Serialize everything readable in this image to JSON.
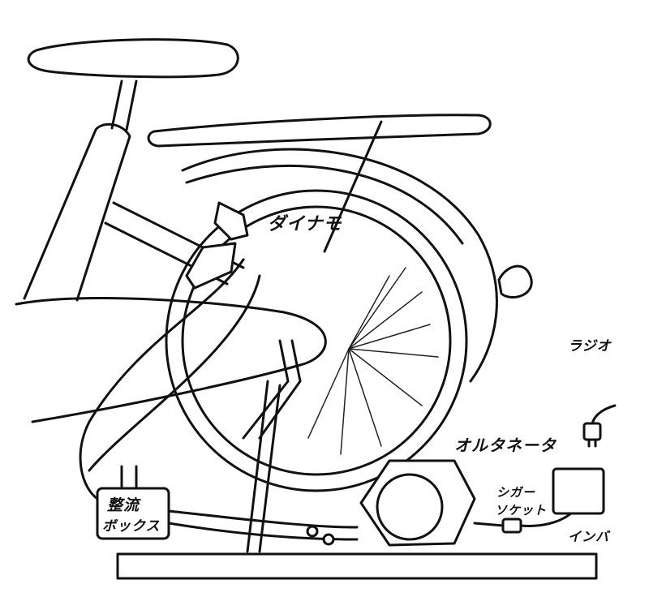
{
  "labels": {
    "dynamo": "ダイナモ",
    "radio": "ラジオ",
    "alternator": "オルタネータ",
    "rectifier_line1": "整流",
    "rectifier_line2": "ボックス",
    "charger_line1": "シガー",
    "charger_line2": "ソケット",
    "inverter": "インバ"
  },
  "colors": {
    "ink": "#111111",
    "paper": "#ffffff"
  }
}
